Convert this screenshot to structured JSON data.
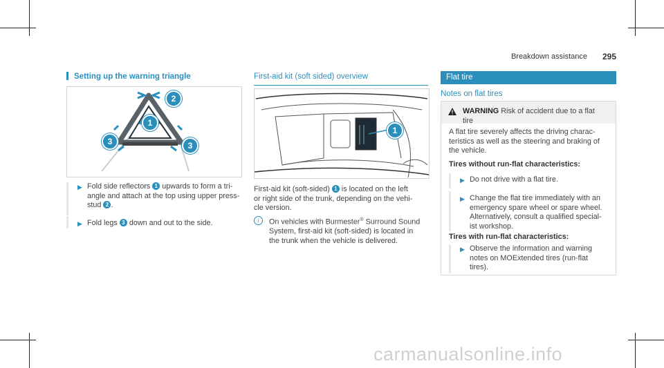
{
  "header": {
    "section": "Breakdown assistance",
    "page": "295"
  },
  "col1": {
    "title": "Setting up the warning triangle",
    "step1": {
      "pre": "Fold side reflectors",
      "callout": "1",
      "post": "upwards to form a tri-",
      "line2": "angle and attach at the top using upper press-",
      "line3_pre": "stud",
      "callout2": "2",
      "line3_post": "."
    },
    "step2": {
      "pre": "Fold legs",
      "callout": "3",
      "post": "down and out to the side."
    },
    "figure_callouts": [
      "1",
      "2",
      "3",
      "3"
    ]
  },
  "col2": {
    "title": "First-aid kit (soft sided) overview",
    "para1": {
      "pre": "First-aid kit (soft-sided)",
      "callout": "1",
      "post": "is located on the left",
      "line2": "or right side of the trunk, depending on the vehi-",
      "line3": "cle version."
    },
    "note": {
      "line1_pre": "On vehicles with Burmester",
      "sup": "®",
      "line1_post": " Surround Sound",
      "line2": "System, first-aid kit (soft-sided) is located in",
      "line3": "the trunk when the vehicle is delivered."
    },
    "figure_callout": "1"
  },
  "col3": {
    "banner": "Flat tire",
    "subtitle": "Notes on flat tires",
    "warning": {
      "label": "WARNING",
      "text1": "Risk of accident due to a flat",
      "text2": "tire"
    },
    "body": [
      "A flat tire severely affects the driving charac-",
      "teristics as well as the steering and braking of",
      "the vehicle."
    ],
    "h1": "Tires without run-flat characteristics:",
    "b1": "Do not drive with a flat tire.",
    "b2": [
      "Change the flat tire immediately with an",
      "emergency spare wheel or spare wheel.",
      "Alternatively, consult a qualified special-",
      "ist workshop."
    ],
    "h2": "Tires with run-flat characteristics:",
    "b3": [
      "Observe the information and warning",
      "notes on MOExtended tires (run-flat",
      "tires)."
    ]
  },
  "footer": {
    "watermark": "carmanualsonline.info"
  },
  "colors": {
    "accent": "#2a8fbd",
    "banner": "#2a8fbd"
  }
}
